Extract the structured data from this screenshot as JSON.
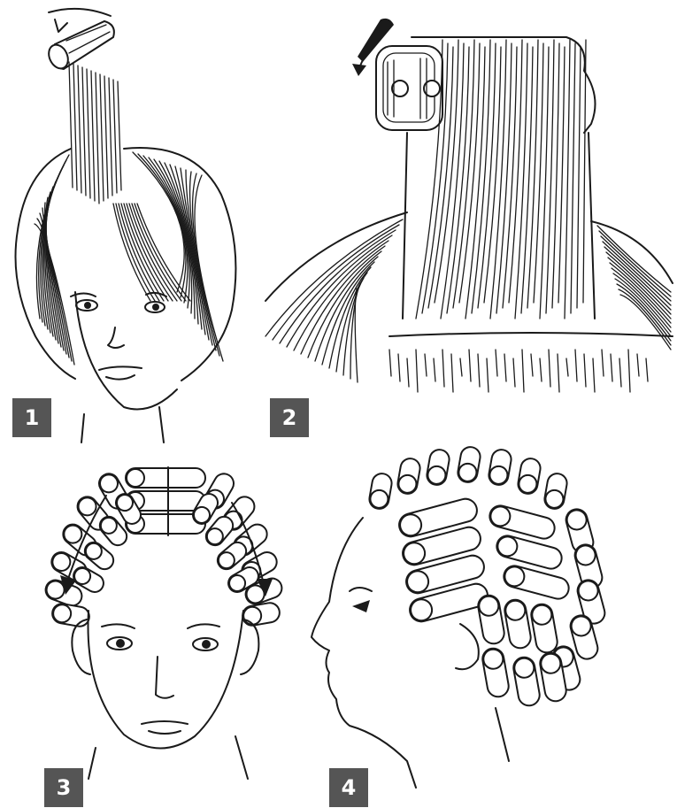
{
  "figure": {
    "steps": [
      {
        "label": "1"
      },
      {
        "label": "2"
      },
      {
        "label": "3"
      },
      {
        "label": "4"
      }
    ]
  }
}
